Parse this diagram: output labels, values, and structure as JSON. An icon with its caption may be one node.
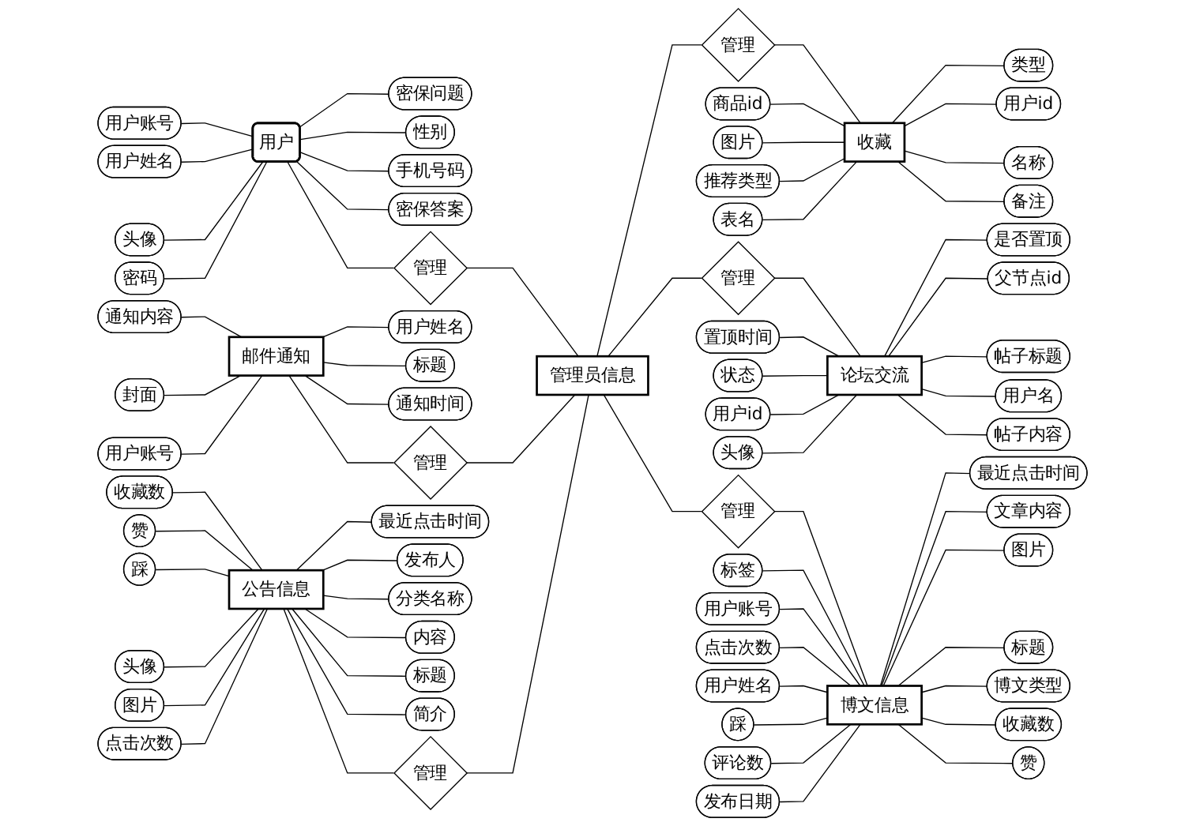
{
  "diagram": {
    "nodes": [
      {
        "text": [
          "用户"
        ]
      },
      {
        "text": [
          "用户账号"
        ]
      },
      {
        "text": [
          "用户姓名"
        ]
      },
      {
        "text": [
          "头像"
        ]
      },
      {
        "text": [
          "密码"
        ]
      },
      {
        "text": [
          "密保问题"
        ]
      },
      {
        "text": [
          "性别"
        ]
      },
      {
        "text": [
          "手机号码"
        ]
      },
      {
        "text": [
          "密保答案"
        ]
      },
      {
        "text": [
          "管理"
        ]
      },
      {
        "text": [
          "邮件通知"
        ]
      },
      {
        "text": [
          "通知内容"
        ]
      },
      {
        "text": [
          "封面"
        ]
      },
      {
        "text": [
          "用户账号"
        ]
      },
      {
        "text": [
          "用户姓名"
        ]
      },
      {
        "text": [
          "标题"
        ]
      },
      {
        "text": [
          "通知时间"
        ]
      },
      {
        "text": [
          "管理"
        ]
      },
      {
        "text": [
          "收藏"
        ]
      },
      {
        "text": [
          "商品id"
        ]
      },
      {
        "text": [
          "图片"
        ]
      },
      {
        "text": [
          "推荐类型"
        ]
      },
      {
        "text": [
          "表名"
        ]
      },
      {
        "text": [
          "类型"
        ]
      },
      {
        "text": [
          "用户id"
        ]
      },
      {
        "text": [
          "名称"
        ]
      },
      {
        "text": [
          "备注"
        ]
      },
      {
        "text": [
          "管理"
        ]
      },
      {
        "text": [
          "管理员信息"
        ]
      },
      {
        "text": [
          "公告信息"
        ]
      },
      {
        "text": [
          "收藏数"
        ]
      },
      {
        "text": [
          "赞"
        ]
      },
      {
        "text": [
          "踩"
        ]
      },
      {
        "text": [
          "头像"
        ]
      },
      {
        "text": [
          "图片"
        ]
      },
      {
        "text": [
          "点击次数"
        ]
      },
      {
        "text": [
          "最近点击时间"
        ]
      },
      {
        "text": [
          "发布人"
        ]
      },
      {
        "text": [
          "分类名称"
        ]
      },
      {
        "text": [
          "内容"
        ]
      },
      {
        "text": [
          "标题"
        ]
      },
      {
        "text": [
          "简介"
        ]
      },
      {
        "text": [
          "管理"
        ]
      },
      {
        "text": [
          "论坛交流"
        ]
      },
      {
        "text": [
          "置顶时间"
        ]
      },
      {
        "text": [
          "状态"
        ]
      },
      {
        "text": [
          "用户id"
        ]
      },
      {
        "text": [
          "头像"
        ]
      },
      {
        "text": [
          "是否置顶"
        ]
      },
      {
        "text": [
          "父节点id"
        ]
      },
      {
        "text": [
          "帖子标题"
        ]
      },
      {
        "text": [
          "用户名"
        ]
      },
      {
        "text": [
          "帖子内容"
        ]
      },
      {
        "text": [
          "管理"
        ]
      },
      {
        "text": [
          "管理"
        ]
      },
      {
        "text": [
          "博文信息"
        ]
      },
      {
        "text": [
          "标签"
        ]
      },
      {
        "text": [
          "用户账号"
        ]
      },
      {
        "text": [
          "点击次数"
        ]
      },
      {
        "text": [
          "用户姓名"
        ]
      },
      {
        "text": [
          "踩"
        ]
      },
      {
        "text": [
          "评论数"
        ]
      },
      {
        "text": [
          "发布日期"
        ]
      },
      {
        "text": [
          "最近点击时间"
        ]
      },
      {
        "text": [
          "文章内容"
        ]
      },
      {
        "text": [
          "图片"
        ]
      },
      {
        "text": [
          "标题"
        ]
      },
      {
        "text": [
          "博文类型"
        ]
      },
      {
        "text": [
          "收藏数"
        ]
      },
      {
        "text": [
          "赞"
        ]
      }
    ],
    "edges": [
      {
        "from": 1,
        "to": 0,
        "arrow": "none"
      },
      {
        "from": 2,
        "to": 0,
        "arrow": "none"
      },
      {
        "from": 3,
        "to": 0,
        "arrow": "none"
      },
      {
        "from": 4,
        "to": 0,
        "arrow": "none"
      },
      {
        "from": 0,
        "to": 5,
        "arrow": "none"
      },
      {
        "from": 0,
        "to": 6,
        "arrow": "none"
      },
      {
        "from": 0,
        "to": 7,
        "arrow": "none"
      },
      {
        "from": 0,
        "to": 8,
        "arrow": "none"
      },
      {
        "from": 0,
        "to": 9,
        "arrow": "none"
      },
      {
        "from": 9,
        "to": 28,
        "arrow": "none"
      },
      {
        "from": 11,
        "to": 10,
        "arrow": "none"
      },
      {
        "from": 12,
        "to": 10,
        "arrow": "none"
      },
      {
        "from": 13,
        "to": 10,
        "arrow": "none"
      },
      {
        "from": 10,
        "to": 14,
        "arrow": "none"
      },
      {
        "from": 10,
        "to": 15,
        "arrow": "none"
      },
      {
        "from": 10,
        "to": 16,
        "arrow": "none"
      },
      {
        "from": 10,
        "to": 17,
        "arrow": "none"
      },
      {
        "from": 17,
        "to": 28,
        "arrow": "none"
      },
      {
        "from": 28,
        "to": 27,
        "arrow": "none"
      },
      {
        "from": 27,
        "to": 18,
        "arrow": "none"
      },
      {
        "from": 19,
        "to": 18,
        "arrow": "none"
      },
      {
        "from": 20,
        "to": 18,
        "arrow": "none"
      },
      {
        "from": 21,
        "to": 18,
        "arrow": "none"
      },
      {
        "from": 22,
        "to": 18,
        "arrow": "none"
      },
      {
        "from": 18,
        "to": 23,
        "arrow": "none"
      },
      {
        "from": 18,
        "to": 24,
        "arrow": "none"
      },
      {
        "from": 18,
        "to": 25,
        "arrow": "none"
      },
      {
        "from": 18,
        "to": 26,
        "arrow": "none"
      },
      {
        "from": 30,
        "to": 29,
        "arrow": "none"
      },
      {
        "from": 31,
        "to": 29,
        "arrow": "none"
      },
      {
        "from": 32,
        "to": 29,
        "arrow": "none"
      },
      {
        "from": 33,
        "to": 29,
        "arrow": "none"
      },
      {
        "from": 34,
        "to": 29,
        "arrow": "none"
      },
      {
        "from": 35,
        "to": 29,
        "arrow": "none"
      },
      {
        "from": 29,
        "to": 36,
        "arrow": "none"
      },
      {
        "from": 29,
        "to": 37,
        "arrow": "none"
      },
      {
        "from": 29,
        "to": 38,
        "arrow": "none"
      },
      {
        "from": 29,
        "to": 39,
        "arrow": "none"
      },
      {
        "from": 29,
        "to": 40,
        "arrow": "none"
      },
      {
        "from": 29,
        "to": 41,
        "arrow": "none"
      },
      {
        "from": 29,
        "to": 42,
        "arrow": "none"
      },
      {
        "from": 42,
        "to": 28,
        "arrow": "none"
      },
      {
        "from": 28,
        "to": 53,
        "arrow": "none"
      },
      {
        "from": 53,
        "to": 43,
        "arrow": "none"
      },
      {
        "from": 44,
        "to": 43,
        "arrow": "none"
      },
      {
        "from": 45,
        "to": 43,
        "arrow": "none"
      },
      {
        "from": 46,
        "to": 43,
        "arrow": "none"
      },
      {
        "from": 47,
        "to": 43,
        "arrow": "none"
      },
      {
        "from": 43,
        "to": 48,
        "arrow": "none"
      },
      {
        "from": 43,
        "to": 49,
        "arrow": "none"
      },
      {
        "from": 43,
        "to": 50,
        "arrow": "none"
      },
      {
        "from": 43,
        "to": 51,
        "arrow": "none"
      },
      {
        "from": 43,
        "to": 52,
        "arrow": "none"
      },
      {
        "from": 28,
        "to": 54,
        "arrow": "none"
      },
      {
        "from": 54,
        "to": 55,
        "arrow": "none"
      },
      {
        "from": 56,
        "to": 55,
        "arrow": "none"
      },
      {
        "from": 57,
        "to": 55,
        "arrow": "none"
      },
      {
        "from": 58,
        "to": 55,
        "arrow": "none"
      },
      {
        "from": 59,
        "to": 55,
        "arrow": "none"
      },
      {
        "from": 60,
        "to": 55,
        "arrow": "none"
      },
      {
        "from": 61,
        "to": 55,
        "arrow": "none"
      },
      {
        "from": 62,
        "to": 55,
        "arrow": "none"
      },
      {
        "from": 55,
        "to": 63,
        "arrow": "none"
      },
      {
        "from": 55,
        "to": 64,
        "arrow": "none"
      },
      {
        "from": 55,
        "to": 65,
        "arrow": "none"
      },
      {
        "from": 55,
        "to": 66,
        "arrow": "none"
      },
      {
        "from": 55,
        "to": 67,
        "arrow": "none"
      },
      {
        "from": 55,
        "to": 68,
        "arrow": "none"
      },
      {
        "from": 55,
        "to": 69,
        "arrow": "none"
      }
    ]
  }
}
